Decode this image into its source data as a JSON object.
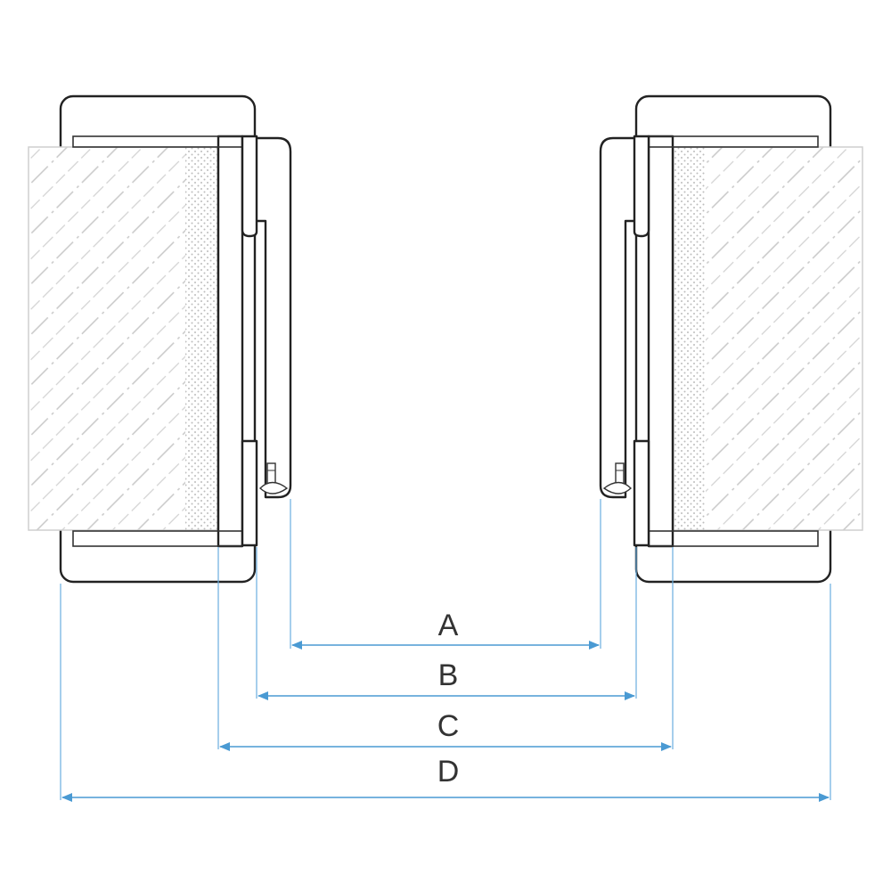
{
  "dimensions": [
    {
      "label": "A"
    },
    {
      "label": "B"
    },
    {
      "label": "C"
    },
    {
      "label": "D"
    }
  ],
  "colors": {
    "outline": "#222222",
    "dimension": "#4a9ad3",
    "hatch": "#c8c8c8",
    "insulation_dots": "#bdbdbd"
  }
}
